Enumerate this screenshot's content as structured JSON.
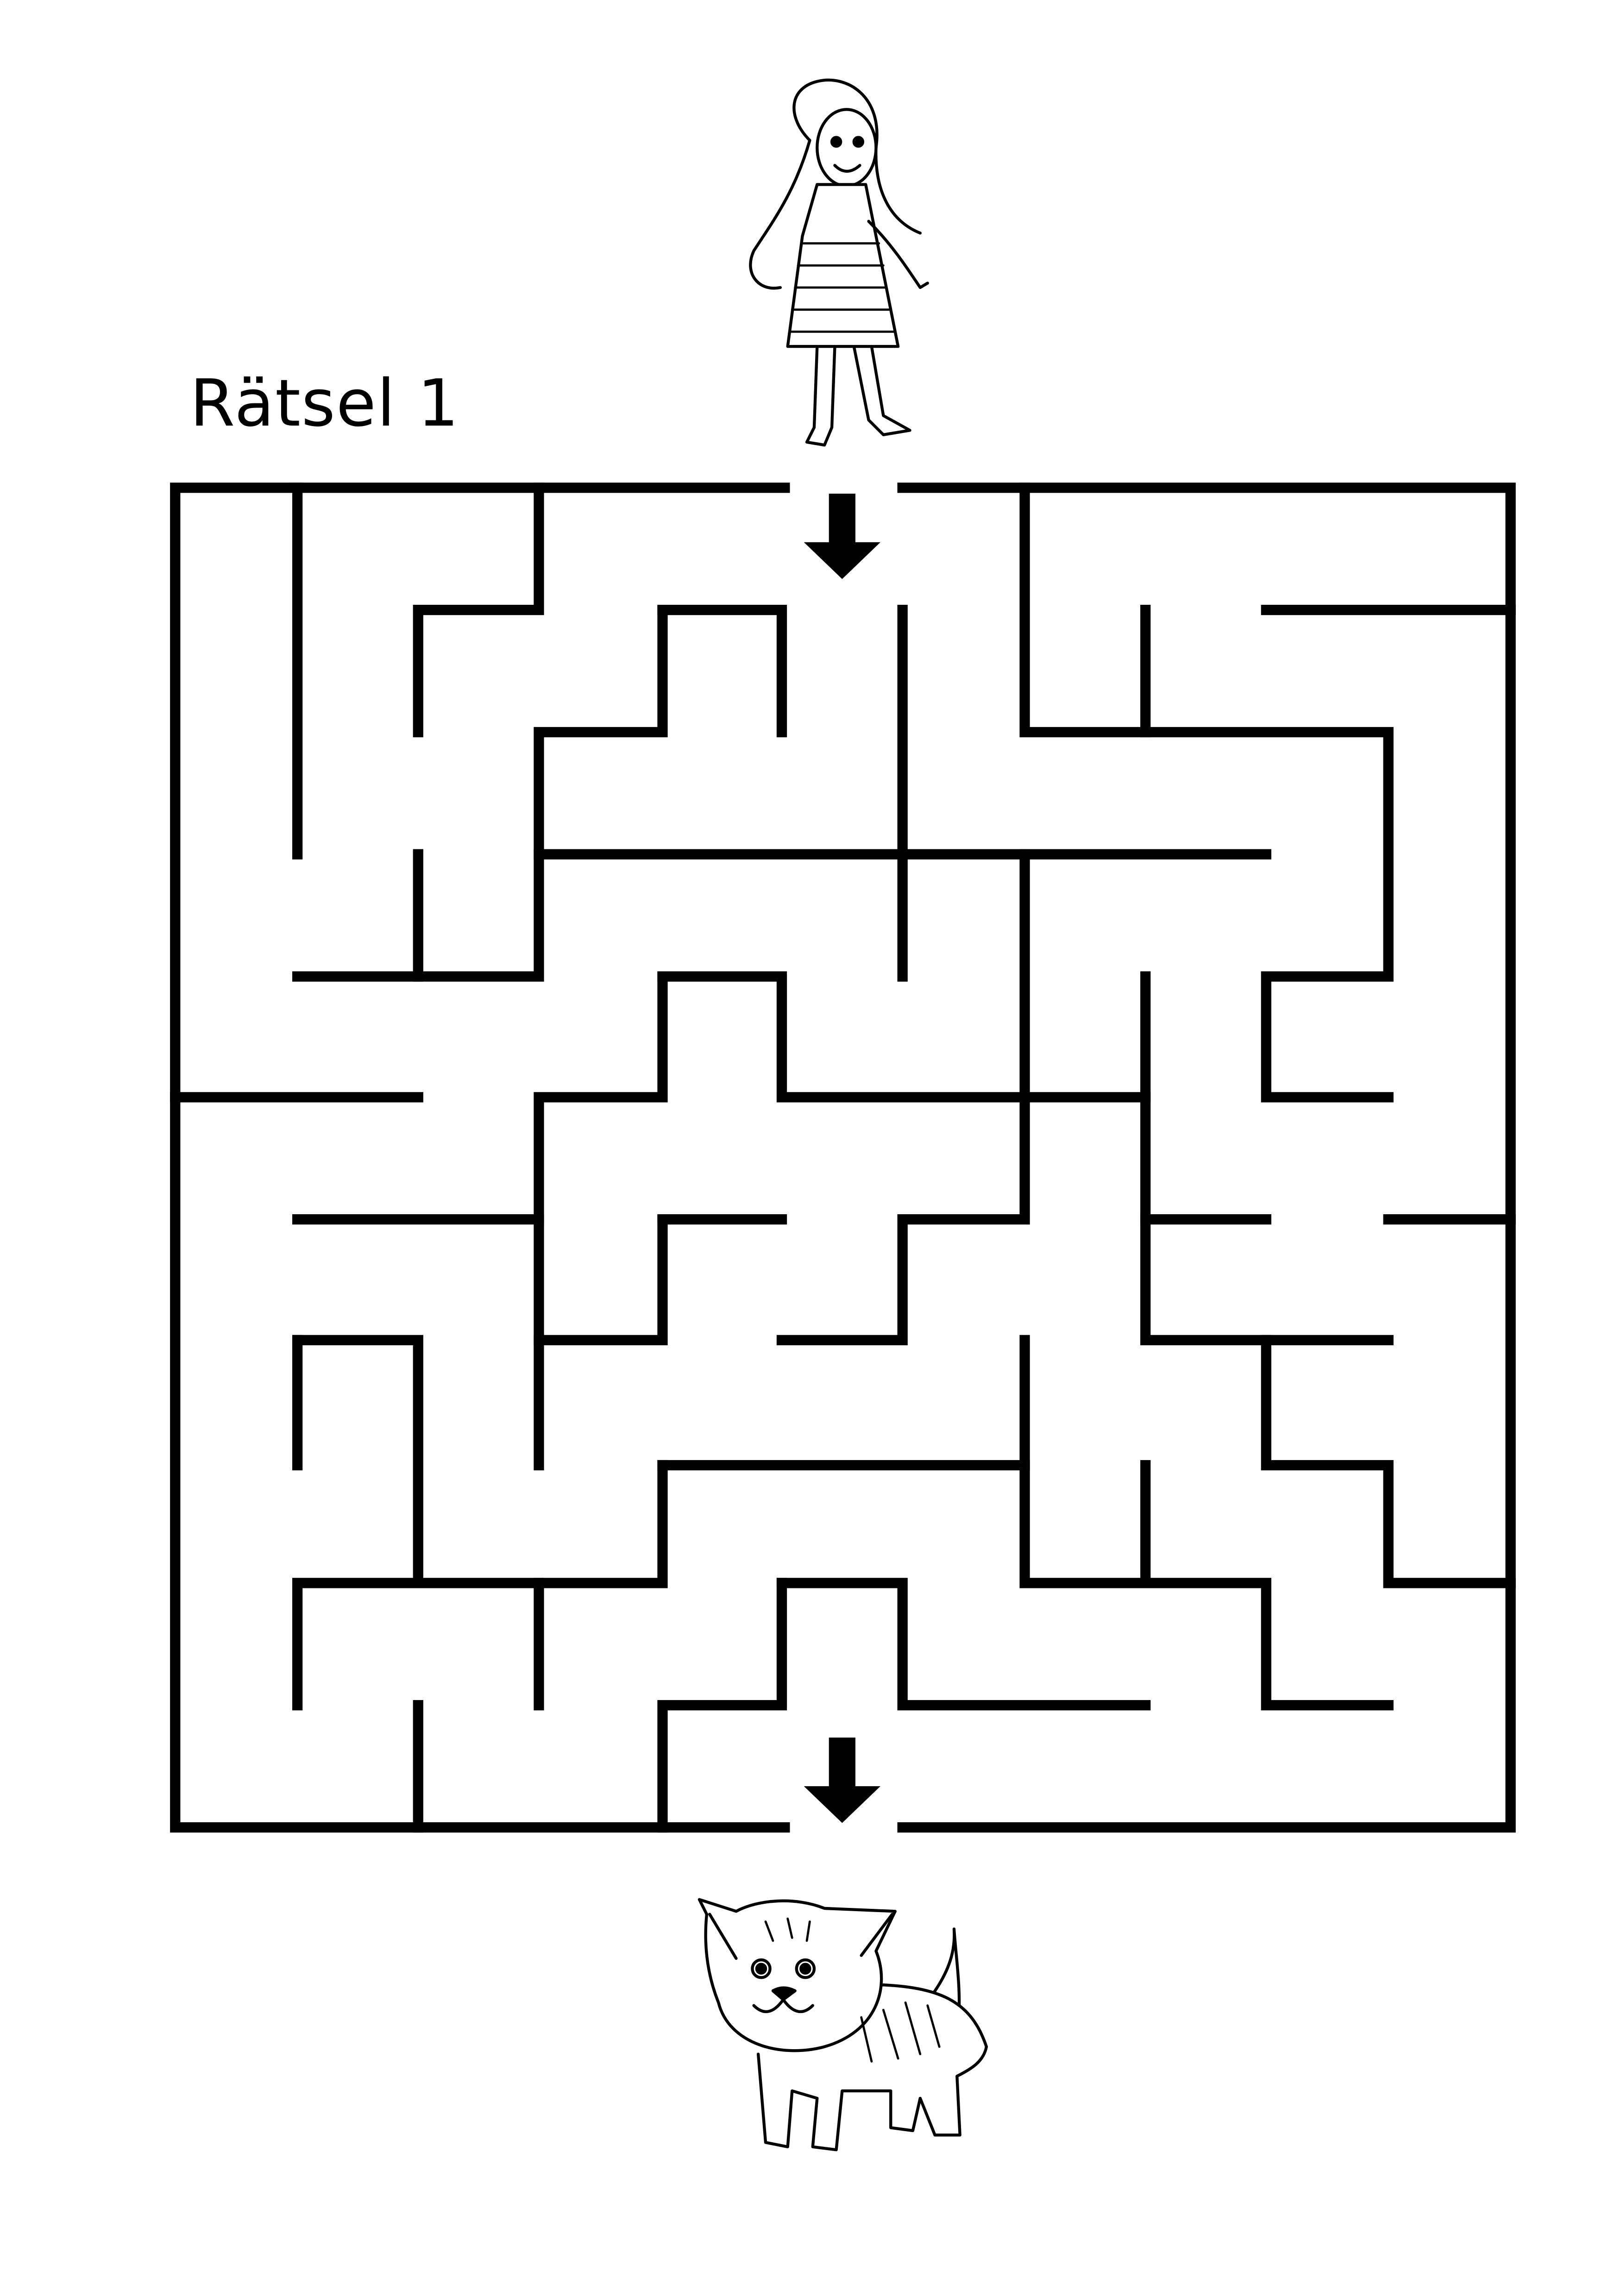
{
  "title": "Rätsel 1",
  "maze": {
    "cols": 11,
    "rows": 11,
    "entrance_column": 6,
    "exit_column": 6,
    "start_character": "girl-character",
    "goal_character": "kitten-character"
  },
  "colors": {
    "ink": "#000000",
    "paper": "#ffffff"
  }
}
